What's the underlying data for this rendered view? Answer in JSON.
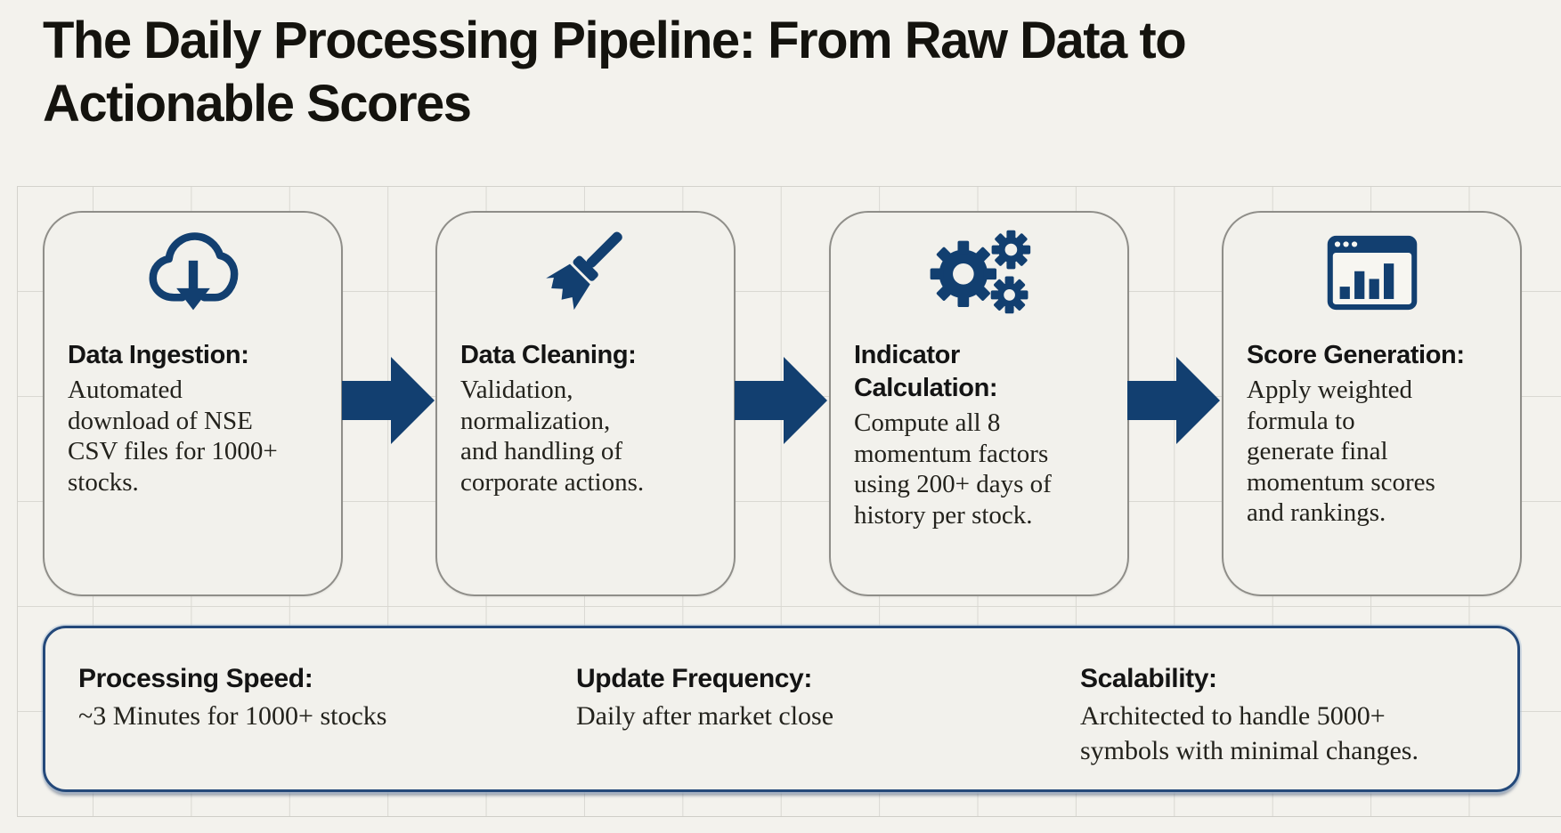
{
  "page": {
    "title": "The Daily Processing Pipeline: From Raw Data to\nActionable Scores"
  },
  "colors": {
    "background": "#f3f2ed",
    "card_background": "#f2f1ec",
    "grid_line": "#d9d8d2",
    "navy_accent": "#123f70",
    "stats_border": "#24497a",
    "text_dark": "#14130e"
  },
  "pipeline": {
    "steps": [
      {
        "icon": "cloud-download-icon",
        "title": "Data Ingestion:",
        "body": "Automated\ndownload of NSE\nCSV files for 1000+\nstocks."
      },
      {
        "icon": "broom-icon",
        "title": "Data Cleaning:",
        "body": "Validation,\nnormalization,\nand handling of\ncorporate actions."
      },
      {
        "icon": "gears-icon",
        "title": "Indicator\nCalculation:",
        "body": "Compute all 8\nmomentum factors\nusing 200+ days of\nhistory per stock."
      },
      {
        "icon": "browser-bar-chart-icon",
        "title": "Score Generation:",
        "body": "Apply weighted\nformula to\ngenerate final\nmomentum scores\nand rankings."
      }
    ]
  },
  "stats": {
    "items": [
      {
        "label": "Processing Speed:",
        "value": "~3 Minutes for 1000+ stocks"
      },
      {
        "label": "Update Frequency:",
        "value": "Daily after market close"
      },
      {
        "label": "Scalability:",
        "value": "Architected to handle 5000+\nsymbols with minimal changes."
      }
    ]
  }
}
